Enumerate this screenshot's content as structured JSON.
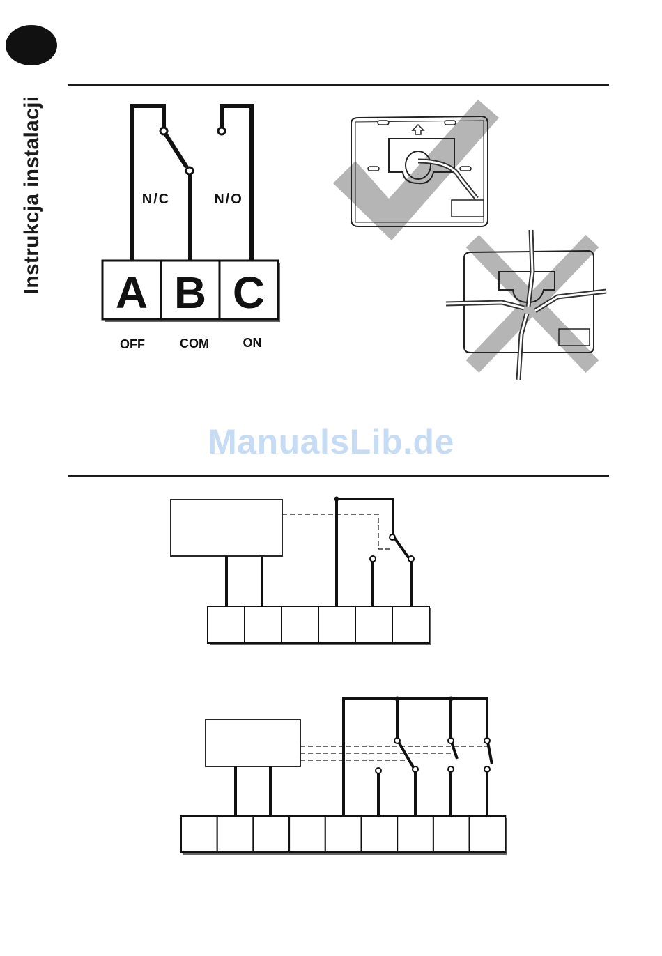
{
  "sidebar": {
    "title": "Instrukcja instalacji"
  },
  "relay_diagram": {
    "contacts": [
      {
        "letter": "A",
        "label": "OFF"
      },
      {
        "letter": "B",
        "label": "COM"
      },
      {
        "letter": "C",
        "label": "ON"
      }
    ],
    "nc_label": "N/C",
    "no_label": "N/O"
  },
  "watermark": "ManualsLib.de",
  "wiring_diagram_1": {
    "terminal_count": 6
  },
  "wiring_diagram_2": {
    "terminal_count": 9
  },
  "colors": {
    "ink": "#111111",
    "check_mark": "#b5b5b5",
    "cross_mark": "#b5b5b5",
    "watermark": "#c6dcf5"
  }
}
